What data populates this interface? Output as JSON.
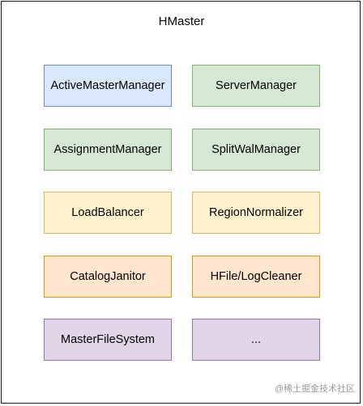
{
  "diagram": {
    "title": "HMaster",
    "components": [
      {
        "label": "ActiveMasterManager",
        "color": "#dae8fc"
      },
      {
        "label": "ServerManager",
        "color": "#d5e8d4"
      },
      {
        "label": "AssignmentManager",
        "color": "#d5e8d4"
      },
      {
        "label": "SplitWalManager",
        "color": "#d5e8d4"
      },
      {
        "label": "LoadBalancer",
        "color": "#fff2cc"
      },
      {
        "label": "RegionNormalizer",
        "color": "#fff2cc"
      },
      {
        "label": "CatalogJanitor",
        "color": "#ffe6cc"
      },
      {
        "label": "HFile/LogCleaner",
        "color": "#ffe6cc"
      },
      {
        "label": "MasterFileSystem",
        "color": "#e1d5e7"
      },
      {
        "label": "...",
        "color": "#e1d5e7"
      }
    ]
  },
  "watermark": "@稀土掘金技术社区"
}
